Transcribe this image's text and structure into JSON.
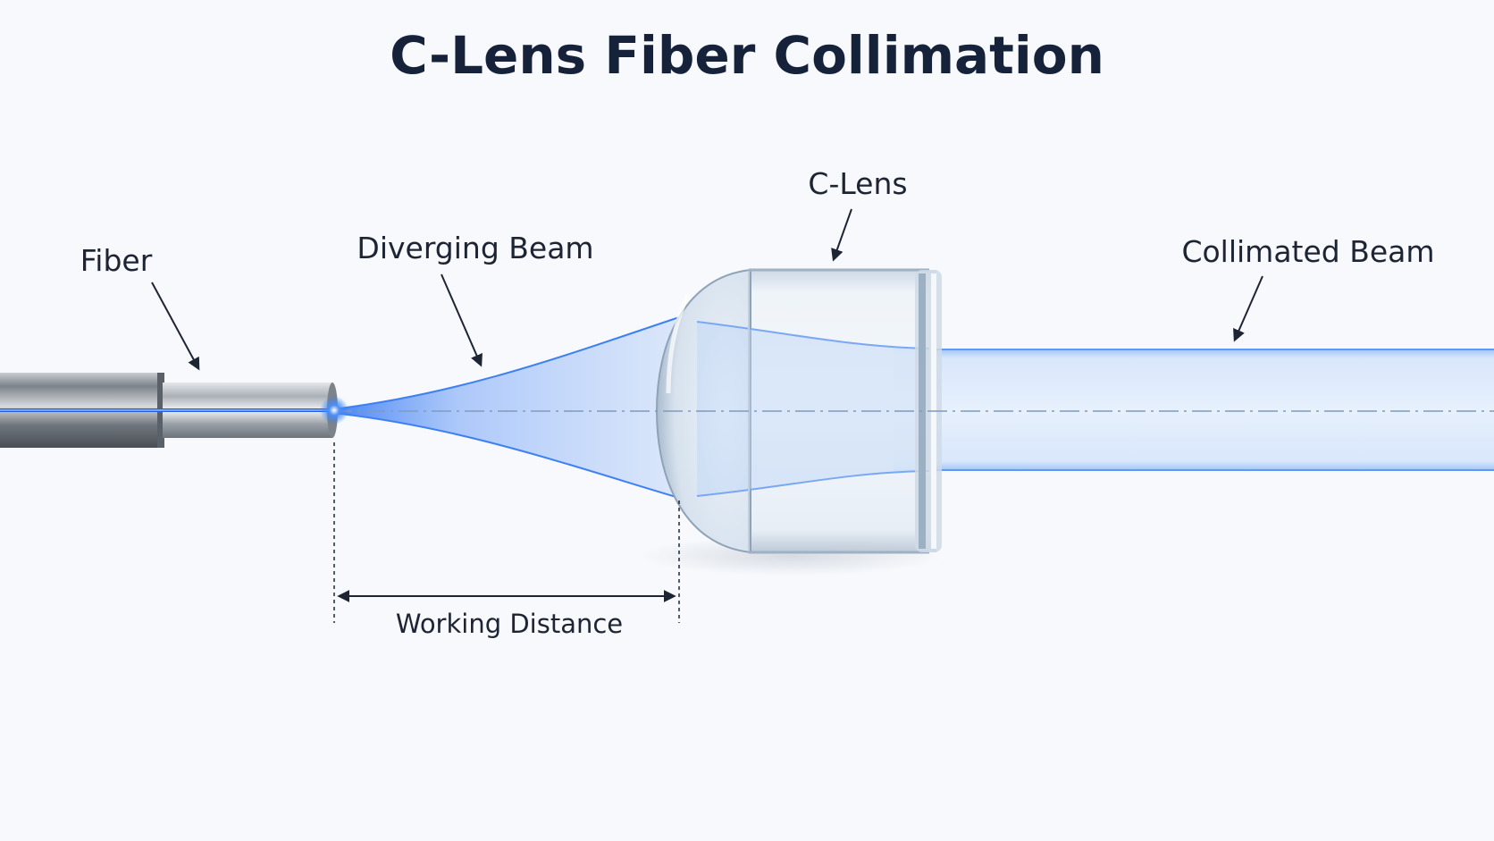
{
  "title": "C-Lens Fiber Collimation",
  "labels": {
    "fiber": "Fiber",
    "diverging_beam": "Diverging Beam",
    "c_lens": "C-Lens",
    "collimated_beam": "Collimated Beam",
    "working_distance": "Working Distance"
  },
  "colors": {
    "background": "#f7f9fc",
    "title": "#16223a",
    "beam": "#2f7cf6",
    "beam_core": "#1f5fe0",
    "fiber_steel": "#8e949c",
    "lens_glass": "#dfe8f2"
  }
}
